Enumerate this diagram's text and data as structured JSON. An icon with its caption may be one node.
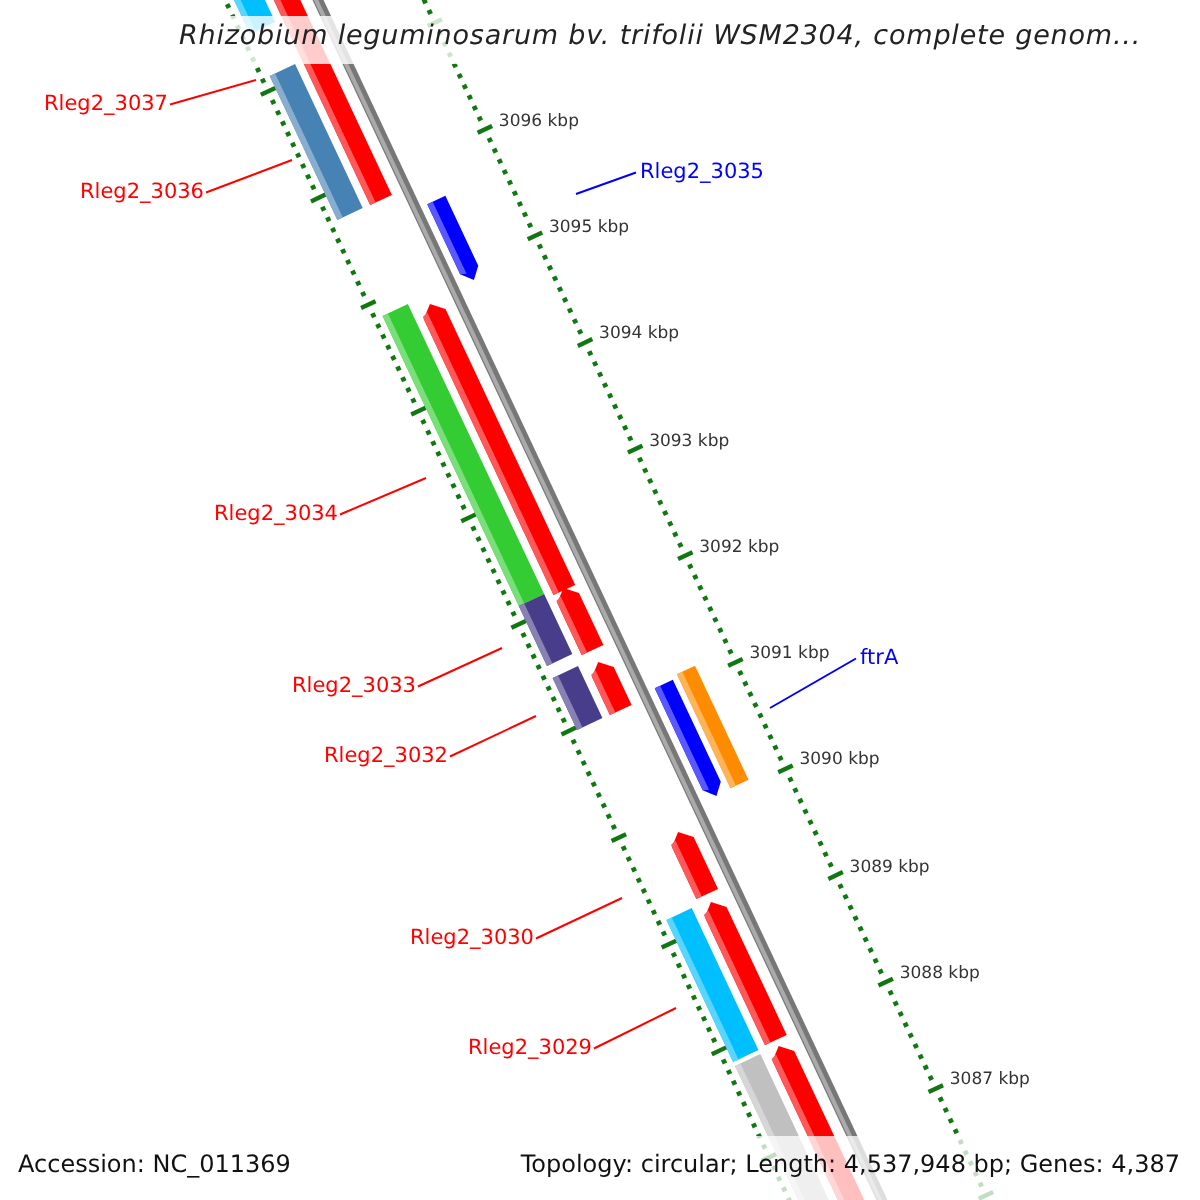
{
  "diagram": {
    "title": "Rhizobium leguminosarum bv. trifolii WSM2304, complete genom...",
    "nodes": [
      {
        "text": [
          "Rleg2_3037"
        ]
      },
      {
        "text": [
          "Rleg2_3036"
        ]
      },
      {
        "text": [
          "Rleg2_3035"
        ]
      },
      {
        "text": [
          "Rleg2_3034"
        ]
      },
      {
        "text": [
          "Rleg2_3033"
        ]
      },
      {
        "text": [
          "Rleg2_3032"
        ]
      },
      {
        "text": [
          "ftrA"
        ]
      },
      {
        "text": [
          "Rleg2_3030"
        ]
      },
      {
        "text": [
          "Rleg2_3029"
        ]
      }
    ],
    "edges": [
      {
        "from": 0,
        "to": null,
        "arrow": "none"
      },
      {
        "from": 1,
        "to": null,
        "arrow": "none"
      },
      {
        "from": 2,
        "to": null,
        "arrow": "none",
        "color": "#0000ff"
      },
      {
        "from": 3,
        "to": null,
        "arrow": "none"
      },
      {
        "from": 4,
        "to": null,
        "arrow": "none"
      },
      {
        "from": 5,
        "to": null,
        "arrow": "none"
      },
      {
        "from": 6,
        "to": null,
        "arrow": "none",
        "color": "#0000ff"
      },
      {
        "from": 7,
        "to": null,
        "arrow": "none"
      },
      {
        "from": 8,
        "to": null,
        "arrow": "none"
      }
    ],
    "labels": [
      "3096 kbp",
      "3095 kbp",
      "3094 kbp",
      "3093 kbp",
      "3092 kbp",
      "3091 kbp",
      "3090 kbp",
      "3089 kbp",
      "3088 kbp",
      "3087 kbp",
      "Accession: NC_011369",
      "Topology: circular; Length: 4,537,948 bp; Genes: 4,387"
    ]
  }
}
